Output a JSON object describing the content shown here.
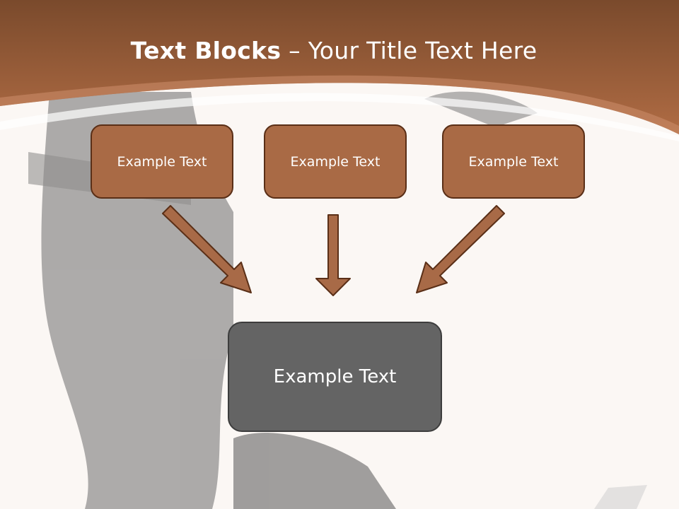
{
  "slide": {
    "title_bold": "Text Blocks",
    "title_dash": " – ",
    "title_rest": "Your Title Text Here"
  },
  "boxes": {
    "top_left": "Example Text",
    "top_center": "Example Text",
    "top_right": "Example Text",
    "bottom": "Example Text"
  },
  "colors": {
    "header": "#a8653f",
    "header_dark": "#7a4a2c",
    "box_fill": "#a96a45",
    "box_border": "#5a2f17",
    "center_box": "#646464",
    "arrow_fill": "#a86a47",
    "arrow_stroke": "#5a2f17",
    "background": "#fbf7f4"
  },
  "icons": {
    "arrow_left": "arrow-down-right-icon",
    "arrow_center": "arrow-down-icon",
    "arrow_right": "arrow-down-left-icon"
  }
}
